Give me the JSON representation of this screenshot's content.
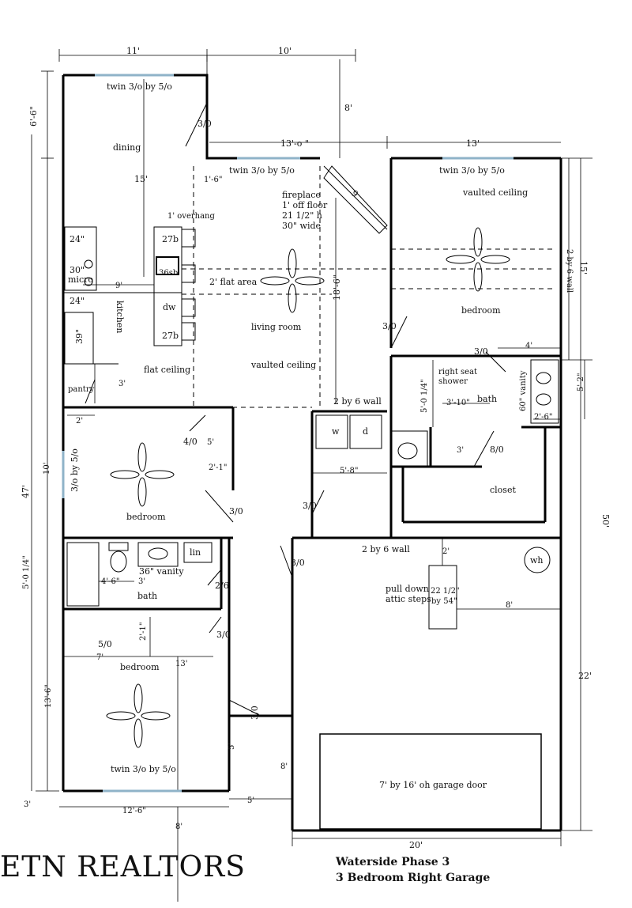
{
  "dimensions": {
    "top_left": "11'",
    "top_right": "10'",
    "left_top": "6'-6\"",
    "right_8": "8'",
    "mid_13_0": "13'-o \"",
    "right_13": "13'",
    "overall_47": "47'",
    "overall_50": "50'",
    "dim_18_6": "18'-6\"",
    "dim_15": "15'",
    "dim_15b": "15'",
    "dim_1_6": "1'-6\"",
    "dim_9": "9'",
    "dim_3": "3'",
    "dim_2": "2'",
    "dim_10": "10'",
    "dim_5": "5'",
    "dim_2_1": "2'-1\"",
    "dim_5_8": "5'-8\"",
    "dim_3_10": "3'-10\"",
    "dim_5_0_14a": "5'-0 1/4\"",
    "dim_5_0_14b": "5'-0 1/4\"",
    "dim_4": "4'",
    "dim_5_2": "5'-2\"",
    "dim_2_6": "2'-6\"",
    "dim_4_6": "4'-6\"",
    "dim_3b": "3'",
    "dim_2_1b": "2'-1\"",
    "dim_7": "7'",
    "dim_13": "13'",
    "dim_13_6": "13'-6\"",
    "dim_3c": "3'",
    "dim_12_6": "12'-6\"",
    "dim_5b": "5'",
    "dim_5c": "5'",
    "dim_8": "8'",
    "dim_8b": "8'",
    "dim_8c": "8'",
    "dim_2b": "2'",
    "dim_22": "22'",
    "dim_20": "20'",
    "dim_3d": "3'"
  },
  "doors": {
    "d1": "3/0",
    "d2": "3/0",
    "d3": "3/0",
    "d4": "4/0",
    "d5": "3/0",
    "d6": "3/0",
    "d7": "3/0",
    "d8": "3/0",
    "d9": "8/0",
    "d10": "2/6",
    "d11": "3/0",
    "d12": "5/0",
    "d13": "3/0",
    "d14": "9"
  },
  "windows": {
    "dining": "twin 3/o by 5/o",
    "living": "twin 3/o by 5/o",
    "master": "twin 3/o by 5/o",
    "bed2": "3/o by 5/o",
    "bed3": "twin 3/o by 5/o"
  },
  "rooms": {
    "dining": "dining",
    "kitchen": "kitchen",
    "flat_ceiling": "flat ceiling",
    "pantry": "pantry",
    "living": "living room",
    "vaulted_living": "vaulted ceiling",
    "flat_area": "2' flat area",
    "overhang": "1' overhang",
    "vaulted_master": "vaulted ceiling",
    "master_bedroom": "bedroom",
    "bedroom2": "bedroom",
    "bedroom3": "bedroom",
    "bath1": "bath",
    "bath2": "bath",
    "closet": "closet",
    "right_seat_shower": "right seat\nshower"
  },
  "fixtures": {
    "cab24a": "24\"",
    "micro": "30\"\nmicro",
    "cab24b": "24\"",
    "cab39": "39\"",
    "b27a": "27b",
    "sink36": "36sb",
    "dw": "dw",
    "b27b": "27b",
    "washer": "w",
    "dryer": "d",
    "lin": "lin",
    "vanity36": "36\" vanity",
    "vanity60": "60\" vanity",
    "wh": "wh"
  },
  "notes": {
    "fireplace": [
      "fireplace",
      "1' off floor",
      "21 1/2\" h",
      "30\" wide"
    ],
    "wall_2x6_a": "2 by 6 wall",
    "wall_2x6_b": "2 by 6 wall",
    "wall_2x6_c": "2 by 6 wall",
    "attic": [
      "pull down",
      "attic steps"
    ],
    "attic_size": [
      "22 1/2\"",
      "by 54\""
    ],
    "garage_door": "7' by 16' oh garage door"
  },
  "watermark": "ETN REALTORS",
  "title": {
    "line1": "Waterside Phase 3",
    "line2": "3 Bedroom Right Garage"
  }
}
